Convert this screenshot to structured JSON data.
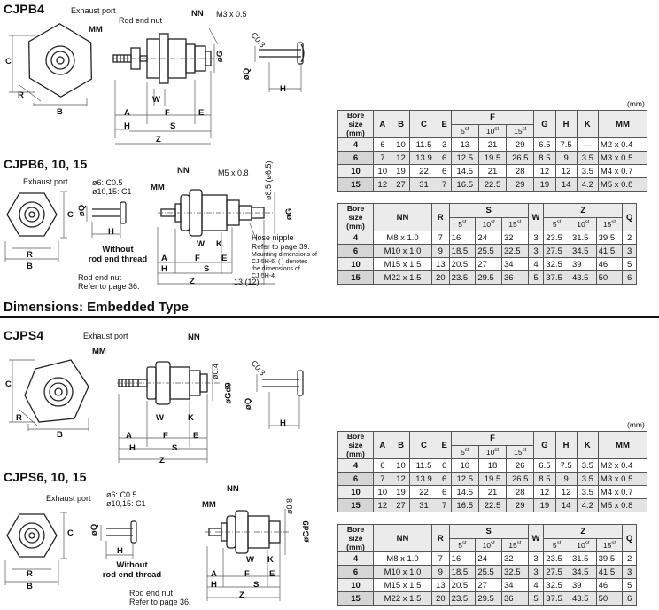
{
  "headings": {
    "cjpb4": "CJPB4",
    "cjpb6": "CJPB6, 10, 15",
    "embedded": "Dimensions: Embedded Type",
    "cjps4": "CJPS4",
    "cjps6": "CJPS6, 10, 15"
  },
  "unit_label": "(mm)",
  "labels": {
    "exhaust_port": "Exhaust port",
    "rod_end_nut": "Rod end nut",
    "nn": "NN",
    "mm": "MM",
    "m3": "M3 x 0.5",
    "m5": "M5 x 0.8",
    "c03": "C0.3",
    "phi_q": "øQ",
    "phi_g": "øG",
    "phi_g_cjps": "øGd9",
    "phi04": "ø0.4",
    "phi08": "ø0.8",
    "phi85": "ø8.5 (ø6.5)",
    "phi6": "ø6: C0.5",
    "phi10": "ø10,15: C1",
    "without1": "Without",
    "without2": "rod end thread",
    "hose_nipple": "Hose nipple",
    "hose_ref1": "Refer to page 39.",
    "hose_ref2": "Mounting dimensions of",
    "hose_ref3": "CJ-5H-6. (  ) denotes",
    "hose_ref4": "the dimensions of",
    "hose_ref5": "CJ-5H-4.",
    "rod_nut_ref": "Refer to page 36.",
    "dim_13": "13 (12)",
    "a": "A",
    "b": "B",
    "c": "C",
    "e": "E",
    "f": "F",
    "h": "H",
    "k": "K",
    "r": "R",
    "s": "S",
    "w": "W",
    "z": "Z"
  },
  "table1_headers": [
    "Bore size (mm)",
    "A",
    "B",
    "C",
    "E",
    "F",
    "G",
    "H",
    "K",
    "MM"
  ],
  "table2_headers": [
    "Bore size (mm)",
    "NN",
    "R",
    "S",
    "W",
    "Z",
    "Q"
  ],
  "stroke_sub": [
    "5st",
    "10st",
    "15st"
  ],
  "cjpb_t1_rows": [
    [
      "4",
      "6",
      "10",
      "11.5",
      "3",
      "13",
      "21",
      "29",
      "6.5",
      "7.5",
      "—",
      "M2 x 0.4"
    ],
    [
      "6",
      "7",
      "12",
      "13.9",
      "6",
      "12.5",
      "19.5",
      "26.5",
      "8.5",
      "9",
      "3.5",
      "M3 x 0.5"
    ],
    [
      "10",
      "10",
      "19",
      "22",
      "6",
      "14.5",
      "21",
      "28",
      "12",
      "12",
      "3.5",
      "M4 x 0.7"
    ],
    [
      "15",
      "12",
      "27",
      "31",
      "7",
      "16.5",
      "22.5",
      "29",
      "19",
      "14",
      "4.2",
      "M5 x 0.8"
    ]
  ],
  "cjpb_t2_rows": [
    [
      "4",
      "M8 x 1.0",
      "7",
      "16",
      "24",
      "32",
      "3",
      "23.5",
      "31.5",
      "39.5",
      "2"
    ],
    [
      "6",
      "M10 x 1.0",
      "9",
      "18.5",
      "25.5",
      "32.5",
      "3",
      "27.5",
      "34.5",
      "41.5",
      "3"
    ],
    [
      "10",
      "M15 x 1.5",
      "13",
      "20.5",
      "27",
      "34",
      "4",
      "32.5",
      "39",
      "46",
      "5"
    ],
    [
      "15",
      "M22 x 1.5",
      "20",
      "23.5",
      "29.5",
      "36",
      "5",
      "37.5",
      "43.5",
      "50",
      "6"
    ]
  ],
  "cjps_t1_rows": [
    [
      "4",
      "6",
      "10",
      "11.5",
      "6",
      "10",
      "18",
      "26",
      "6.5",
      "7.5",
      "3.5",
      "M2 x 0.4"
    ],
    [
      "6",
      "7",
      "12",
      "13.9",
      "6",
      "12.5",
      "19.5",
      "26.5",
      "8.5",
      "9",
      "3.5",
      "M3 x 0.5"
    ],
    [
      "10",
      "10",
      "19",
      "22",
      "6",
      "14.5",
      "21",
      "28",
      "12",
      "12",
      "3.5",
      "M4 x 0.7"
    ],
    [
      "15",
      "12",
      "27",
      "31",
      "7",
      "16.5",
      "22.5",
      "29",
      "19",
      "14",
      "4.2",
      "M5 x 0.8"
    ]
  ],
  "cjps_t2_rows": [
    [
      "4",
      "M8 x 1.0",
      "7",
      "16",
      "24",
      "32",
      "3",
      "23.5",
      "31.5",
      "39.5",
      "2"
    ],
    [
      "6",
      "M10 x 1.0",
      "9",
      "18.5",
      "25.5",
      "32.5",
      "3",
      "27.5",
      "34.5",
      "41.5",
      "3"
    ],
    [
      "10",
      "M15 x 1.5",
      "13",
      "20.5",
      "27",
      "34",
      "4",
      "32.5",
      "39",
      "46",
      "5"
    ],
    [
      "15",
      "M22 x 1.5",
      "20",
      "23.5",
      "29.5",
      "36",
      "5",
      "37.5",
      "43.5",
      "50",
      "6"
    ]
  ]
}
